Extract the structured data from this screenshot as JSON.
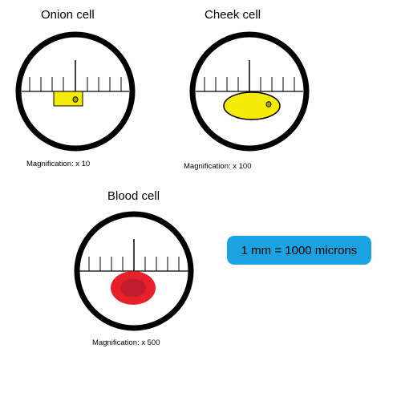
{
  "colors": {
    "onion_cell": "#f4ea06",
    "cheek_cell": "#f4ea06",
    "nucleus": "#a89d10",
    "blood_cell": "#e8202a",
    "blood_cell_center": "#c21d2d",
    "info_box": "#1aa3e0"
  },
  "specimens": [
    {
      "title": "Onion cell",
      "magnification": "Magnification: x 10"
    },
    {
      "title": "Cheek cell",
      "magnification": "Magnification: x 100"
    },
    {
      "title": "Blood cell",
      "magnification": "Magnification: x 500"
    }
  ],
  "info_box": {
    "text": "1 mm = 1000 microns"
  }
}
